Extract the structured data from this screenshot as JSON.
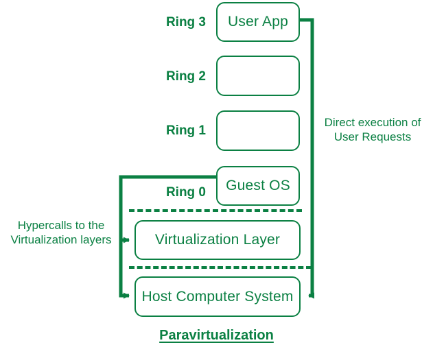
{
  "diagram": {
    "title": "Paravirtualization",
    "accent_color": "#0b8043",
    "background_color": "#ffffff",
    "rings": [
      {
        "label": "Ring 3",
        "box_text": "User App"
      },
      {
        "label": "Ring 2",
        "box_text": ""
      },
      {
        "label": "Ring 1",
        "box_text": ""
      },
      {
        "label": "Ring 0",
        "box_text": "Guest OS"
      }
    ],
    "layers": [
      {
        "name": "virtualization-layer",
        "text": "Virtualization Layer"
      },
      {
        "name": "host-computer-system",
        "text": "Host Computer System"
      }
    ],
    "annotations": {
      "right_note": "Direct execution of\nUser Requests",
      "left_note": "Hypercalls to the\nVirtualization layers"
    }
  }
}
